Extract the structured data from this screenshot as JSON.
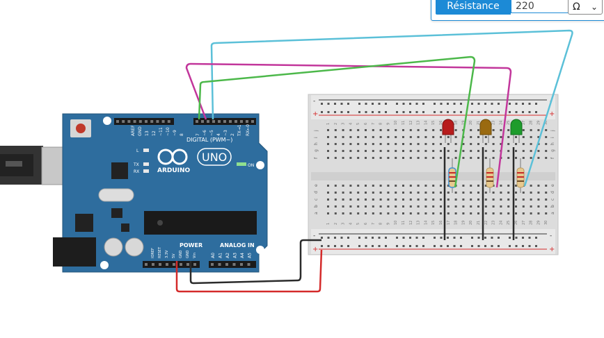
{
  "inspector": {
    "resistance_label": "Résistance",
    "resistance_value": "220",
    "unit": "Ω",
    "chevron_icon": "chevron-down-icon"
  },
  "arduino": {
    "brand": "ARDUINO",
    "model": "UNO",
    "digital_header": "DIGITAL (PWM~)",
    "power_header": "POWER",
    "analog_header": "ANALOG IN",
    "on_label": "ON",
    "l_label": "L",
    "tx_label": "TX",
    "rx_label": "RX",
    "digital_pins": [
      "AREF",
      "GND",
      "13",
      "12",
      "~11",
      "~10",
      "~9",
      "8",
      "7",
      "~6",
      "~5",
      "4",
      "~3",
      "2",
      "TX→1",
      "RX←0"
    ],
    "power_pins": [
      "IOREF",
      "RESET",
      "3.3V",
      "5V",
      "GND",
      "GND",
      "Vin"
    ],
    "analog_pins": [
      "A0",
      "A1",
      "A2",
      "A3",
      "A4",
      "A5"
    ],
    "board_color": "#2e6d9e"
  },
  "breadboard": {
    "row_letters_top": [
      "j",
      "i",
      "h",
      "g",
      "f"
    ],
    "row_letters_bottom": [
      "e",
      "d",
      "c",
      "b",
      "a"
    ],
    "column_numbers": [
      "1",
      "2",
      "3",
      "4",
      "5",
      "6",
      "7",
      "8",
      "9",
      "10",
      "11",
      "12",
      "13",
      "14",
      "15",
      "16",
      "17",
      "18",
      "19",
      "20",
      "21",
      "22",
      "23",
      "24",
      "25",
      "26",
      "27",
      "28",
      "29",
      "30"
    ],
    "rail_minus": "-",
    "rail_plus": "+"
  },
  "components": {
    "leds": [
      {
        "name": "red-led",
        "color": "#b71c1c"
      },
      {
        "name": "yellow-led",
        "color": "#9a6a10"
      },
      {
        "name": "green-led",
        "color": "#1e9c2c"
      }
    ],
    "resistor_color": "#e7c98e"
  },
  "wires": {
    "cyan": "#5bc0d8",
    "magenta": "#c2369b",
    "green": "#4cb84a",
    "black": "#2b2b2b",
    "red": "#d42a2a"
  }
}
